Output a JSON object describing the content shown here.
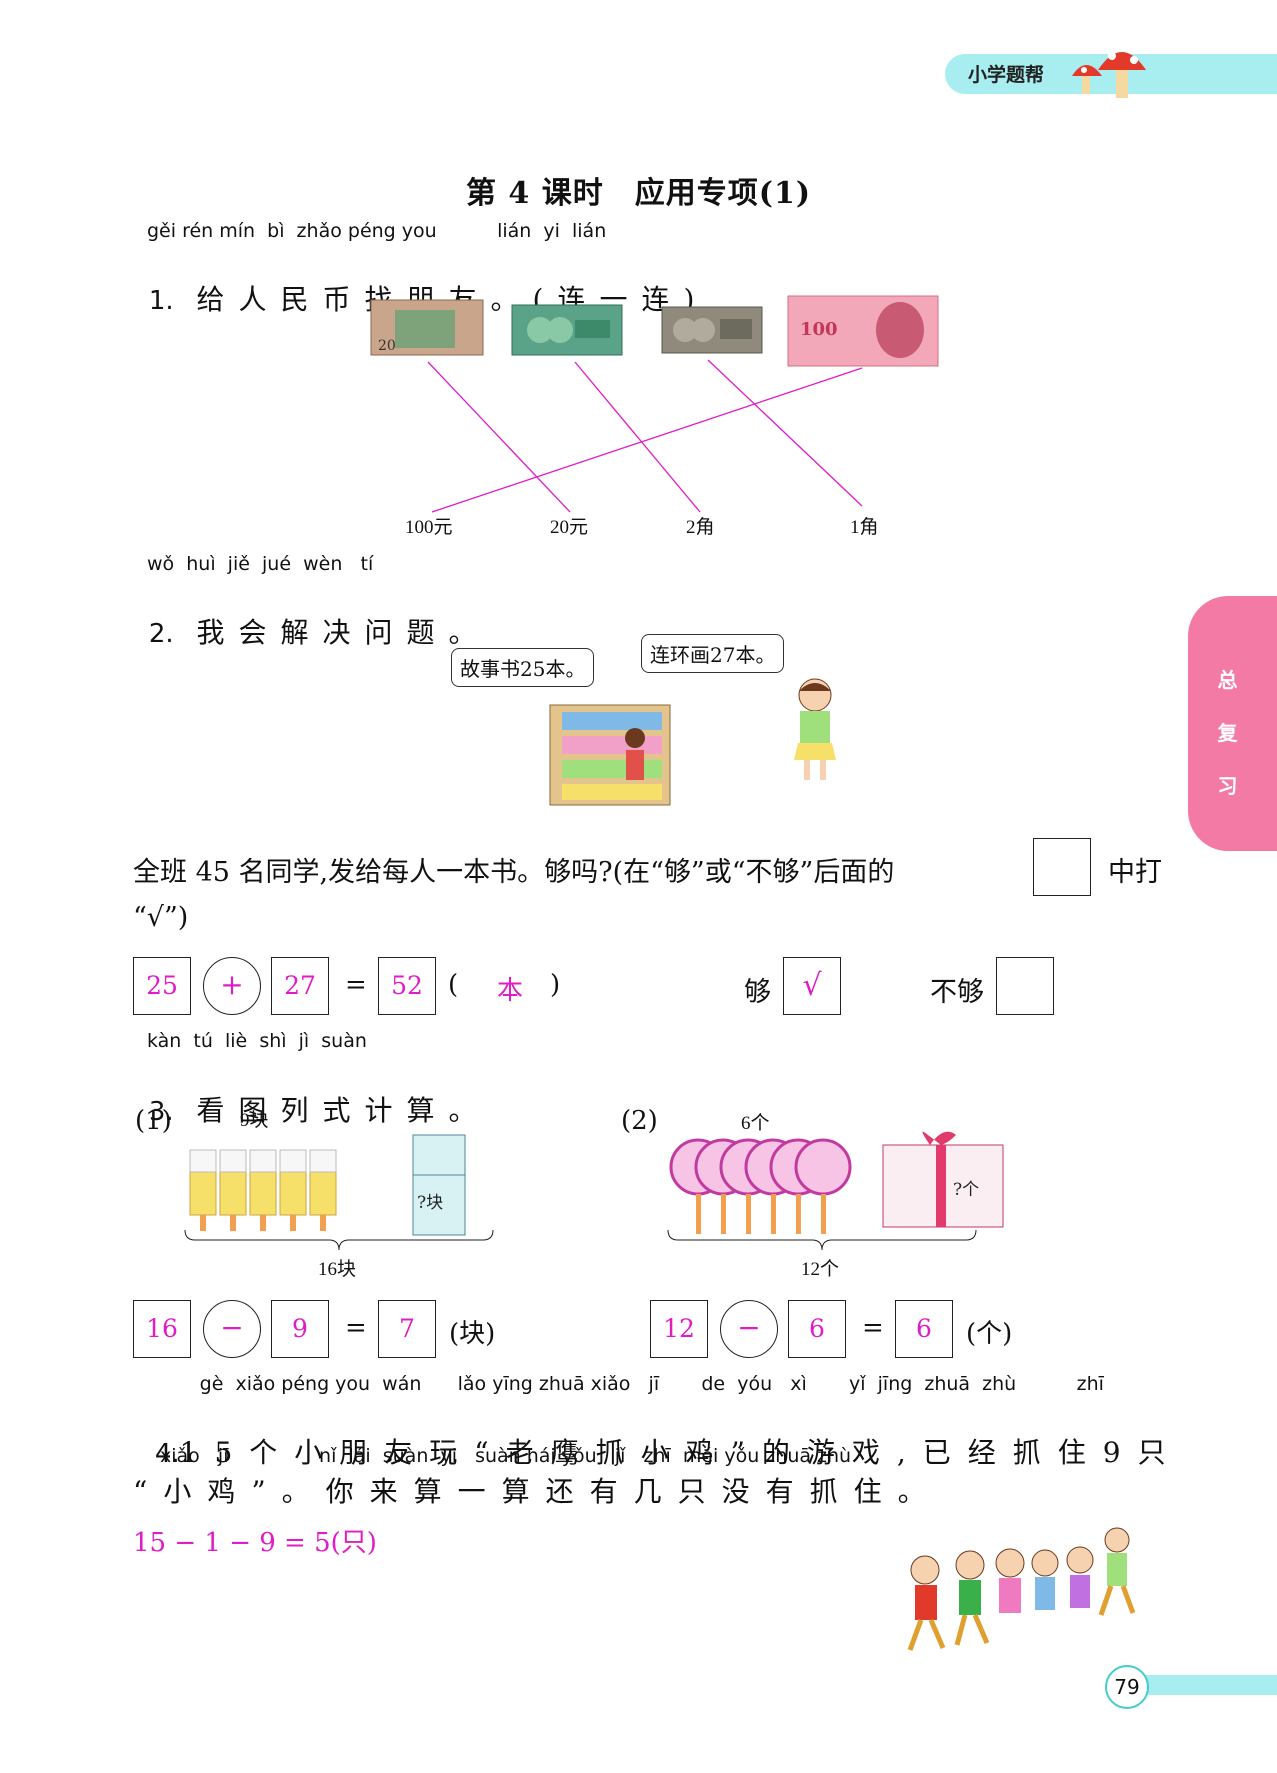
{
  "header": {
    "brand": "小学题帮",
    "side_tab": [
      "总",
      "复",
      "习"
    ],
    "page_number": "79"
  },
  "title": "第 4 课时　应用专项(1)",
  "q1": {
    "pinyin": "gěi rén mín  bì  zhǎo péng you          lián  yi  lián",
    "number": "1.",
    "text": "给人民币找朋友。(连一连)",
    "labels": [
      "100元",
      "20元",
      "2角",
      "1角"
    ]
  },
  "q2": {
    "pinyin": "wǒ  huì  jiě  jué  wèn   tí",
    "number": "2.",
    "text": "我会解决问题。",
    "bubble_left": "故事书25本。",
    "bubble_right": "连环画27本。",
    "question_line1": "全班 45 名同学,发给每人一本书。够吗?(在“够”或“不够”后面的",
    "question_line1_end": "中打",
    "question_line2": "“√”)",
    "answer": {
      "a": "25",
      "op": "+",
      "b": "27",
      "eq": "=",
      "result": "52",
      "open": "(",
      "unit": "本",
      "close": ")"
    },
    "enough_label": "够",
    "enough_mark": "√",
    "not_enough_label": "不够"
  },
  "q3": {
    "pinyin": "kàn  tú  liè  shì  jì  suàn",
    "number": "3.",
    "text": "看图列式计算。",
    "part1": {
      "label": "(1)",
      "top": "9块",
      "box": "?块",
      "total": "16块",
      "answer": {
        "a": "16",
        "op": "−",
        "b": "9",
        "eq": "=",
        "result": "7",
        "unit": "(块)"
      }
    },
    "part2": {
      "label": "(2)",
      "top": "6个",
      "box": "?个",
      "total": "12个",
      "answer": {
        "a": "12",
        "op": "−",
        "b": "6",
        "eq": "=",
        "result": "6",
        "unit": "(个)"
      }
    }
  },
  "q4": {
    "pinyin1": "                gè  xiǎo péng you  wán      lǎo yīng zhuā xiǎo   jī       de  yóu   xì       yǐ  jīng  zhuā  zhù          zhī",
    "line1_num": "4.",
    "line1": "15个小朋友玩“老鹰抓小鸡”的游戏,已经抓住9只",
    "pinyin2": "xiǎo   jī               nǐ  lái  suàn  yi   suàn hái yǒu   jǐ   zhī  méi yǒu zhuā zhù",
    "line2": "“小鸡”。你来算一算还有几只没有抓住。",
    "answer": "15 − 1 − 9 = 5(只)"
  }
}
